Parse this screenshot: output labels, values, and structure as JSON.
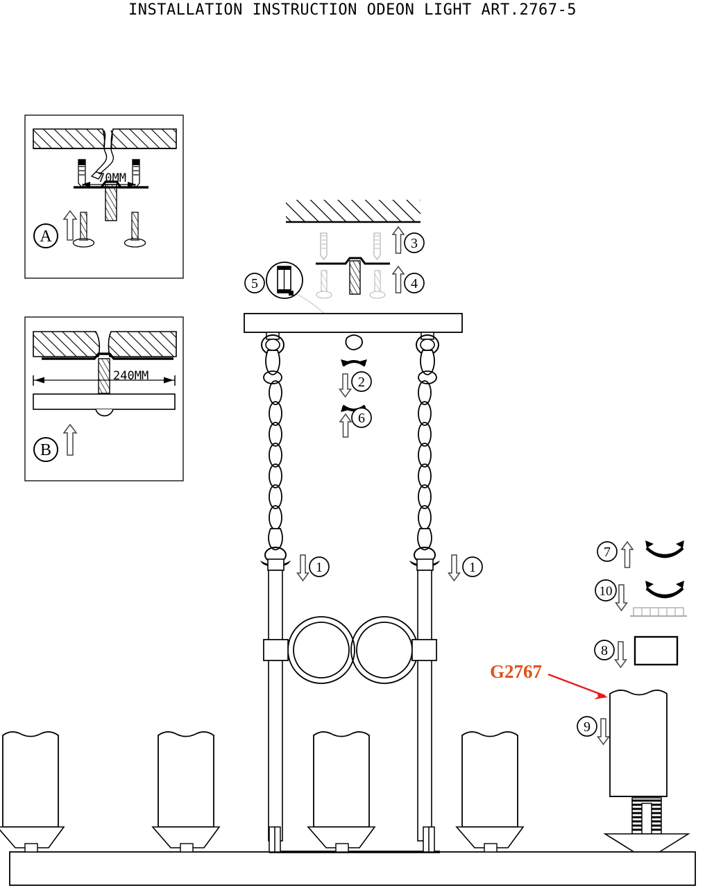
{
  "document": {
    "title": "INSTALLATION INSTRUCTION ODEON LIGHT ART.2767-5",
    "type": "installation-instruction",
    "product_article": "2767-5",
    "brand": "ODEON LIGHT"
  },
  "colors": {
    "line": "#000000",
    "accent": "#E0511B",
    "arrow_pointer": "#E81B1B",
    "background": "#FFFFFF",
    "arrow_fill": "#FFFFFF",
    "arrow_stroke": "#555555"
  },
  "detail_panels": [
    {
      "id": "A",
      "label": "A",
      "dimension": "70MM",
      "description": "ceiling-mount-bracket-with-anchors-and-screws"
    },
    {
      "id": "B",
      "label": "B",
      "dimension": "240MM",
      "description": "ceiling-mounting-bar-width"
    }
  ],
  "steps": [
    {
      "number": "1",
      "direction": "down",
      "rotate": false,
      "note": "chain-hook-left"
    },
    {
      "number": "1b",
      "number_label": "1",
      "direction": "down",
      "rotate": false,
      "note": "chain-hook-right"
    },
    {
      "number": "2",
      "direction": "down",
      "rotate": true,
      "note": "ceiling-nut-off"
    },
    {
      "number": "3",
      "direction": "up",
      "rotate": false,
      "note": "wall-anchors-into-ceiling"
    },
    {
      "number": "4",
      "direction": "up",
      "rotate": false,
      "note": "mounting-bar-screws"
    },
    {
      "number": "5",
      "direction": "none",
      "rotate": false,
      "note": "terminal-block-detail"
    },
    {
      "number": "6",
      "direction": "up",
      "rotate": true,
      "note": "canopy-nut-on"
    },
    {
      "number": "7",
      "direction": "up",
      "rotate": true,
      "note": "shade-ring-up"
    },
    {
      "number": "8",
      "direction": "down",
      "rotate": false,
      "note": "glass-shade-on"
    },
    {
      "number": "9",
      "direction": "down",
      "rotate": false,
      "note": "glass-plate-insert"
    },
    {
      "number": "10",
      "direction": "down",
      "rotate": true,
      "note": "socket-ring-down"
    }
  ],
  "callout": {
    "label": "G2767",
    "target": "glass-shade",
    "color": "#E0511B"
  },
  "fixture": {
    "shade_count": 5,
    "shade_label": "glass-shade",
    "rings": 2,
    "chains": 2,
    "socket": "E27-threaded-socket"
  }
}
